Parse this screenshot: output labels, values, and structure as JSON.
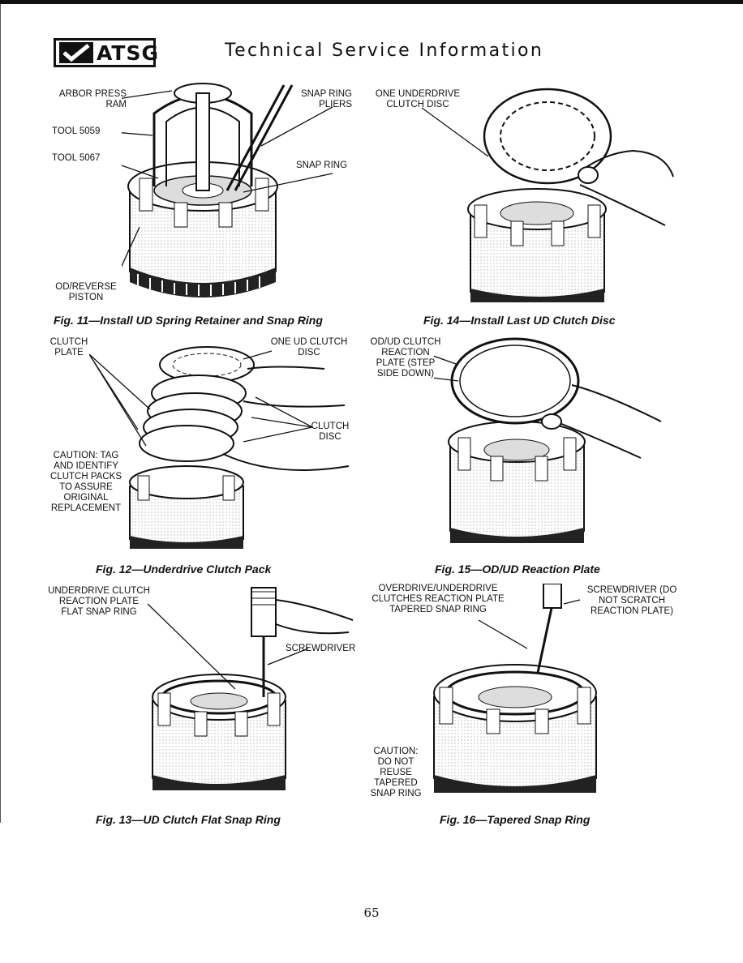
{
  "header": {
    "logo_text": "ATSG",
    "title": "Technical Service Information"
  },
  "figures": [
    {
      "caption": "Fig. 11—Install UD Spring Retainer and Snap Ring",
      "labels": {
        "arbor_press_ram": "ARBOR PRESS RAM",
        "tool_5059": "TOOL 5059",
        "tool_5067": "TOOL 5067",
        "snap_ring_pliers": "SNAP RING PLIERS",
        "snap_ring": "SNAP RING",
        "od_reverse_piston": "OD/REVERSE PISTON"
      }
    },
    {
      "caption": "Fig. 12—Underdrive Clutch Pack",
      "labels": {
        "clutch_plate": "CLUTCH PLATE",
        "one_ud_clutch_disc": "ONE UD CLUTCH DISC",
        "clutch_disc": "CLUTCH DISC",
        "caution": "CAUTION: TAG AND IDENTIFY CLUTCH PACKS TO ASSURE ORIGINAL REPLACEMENT"
      }
    },
    {
      "caption": "Fig. 13—UD Clutch Flat Snap Ring",
      "labels": {
        "ud_reaction_plate_flat_snap_ring": "UNDERDRIVE CLUTCH REACTION PLATE FLAT SNAP RING",
        "screwdriver": "SCREWDRIVER"
      }
    },
    {
      "caption": "Fig. 14—Install Last UD Clutch Disc",
      "labels": {
        "one_underdrive_clutch_disc": "ONE UNDERDRIVE CLUTCH DISC"
      }
    },
    {
      "caption": "Fig. 15—OD/UD Reaction Plate",
      "labels": {
        "od_ud_clutch_reaction_plate": "OD/UD CLUTCH REACTION PLATE (STEP SIDE DOWN)"
      }
    },
    {
      "caption": "Fig. 16—Tapered Snap Ring",
      "labels": {
        "od_ud_reaction_plate_tapered_snap_ring": "OVERDRIVE/UNDERDRIVE CLUTCHES REACTION PLATE TAPERED SNAP RING",
        "screwdriver_note": "SCREWDRIVER (DO NOT SCRATCH REACTION PLATE)",
        "caution": "CAUTION: DO NOT REUSE TAPERED SNAP RING"
      }
    }
  ],
  "page_number": "65"
}
